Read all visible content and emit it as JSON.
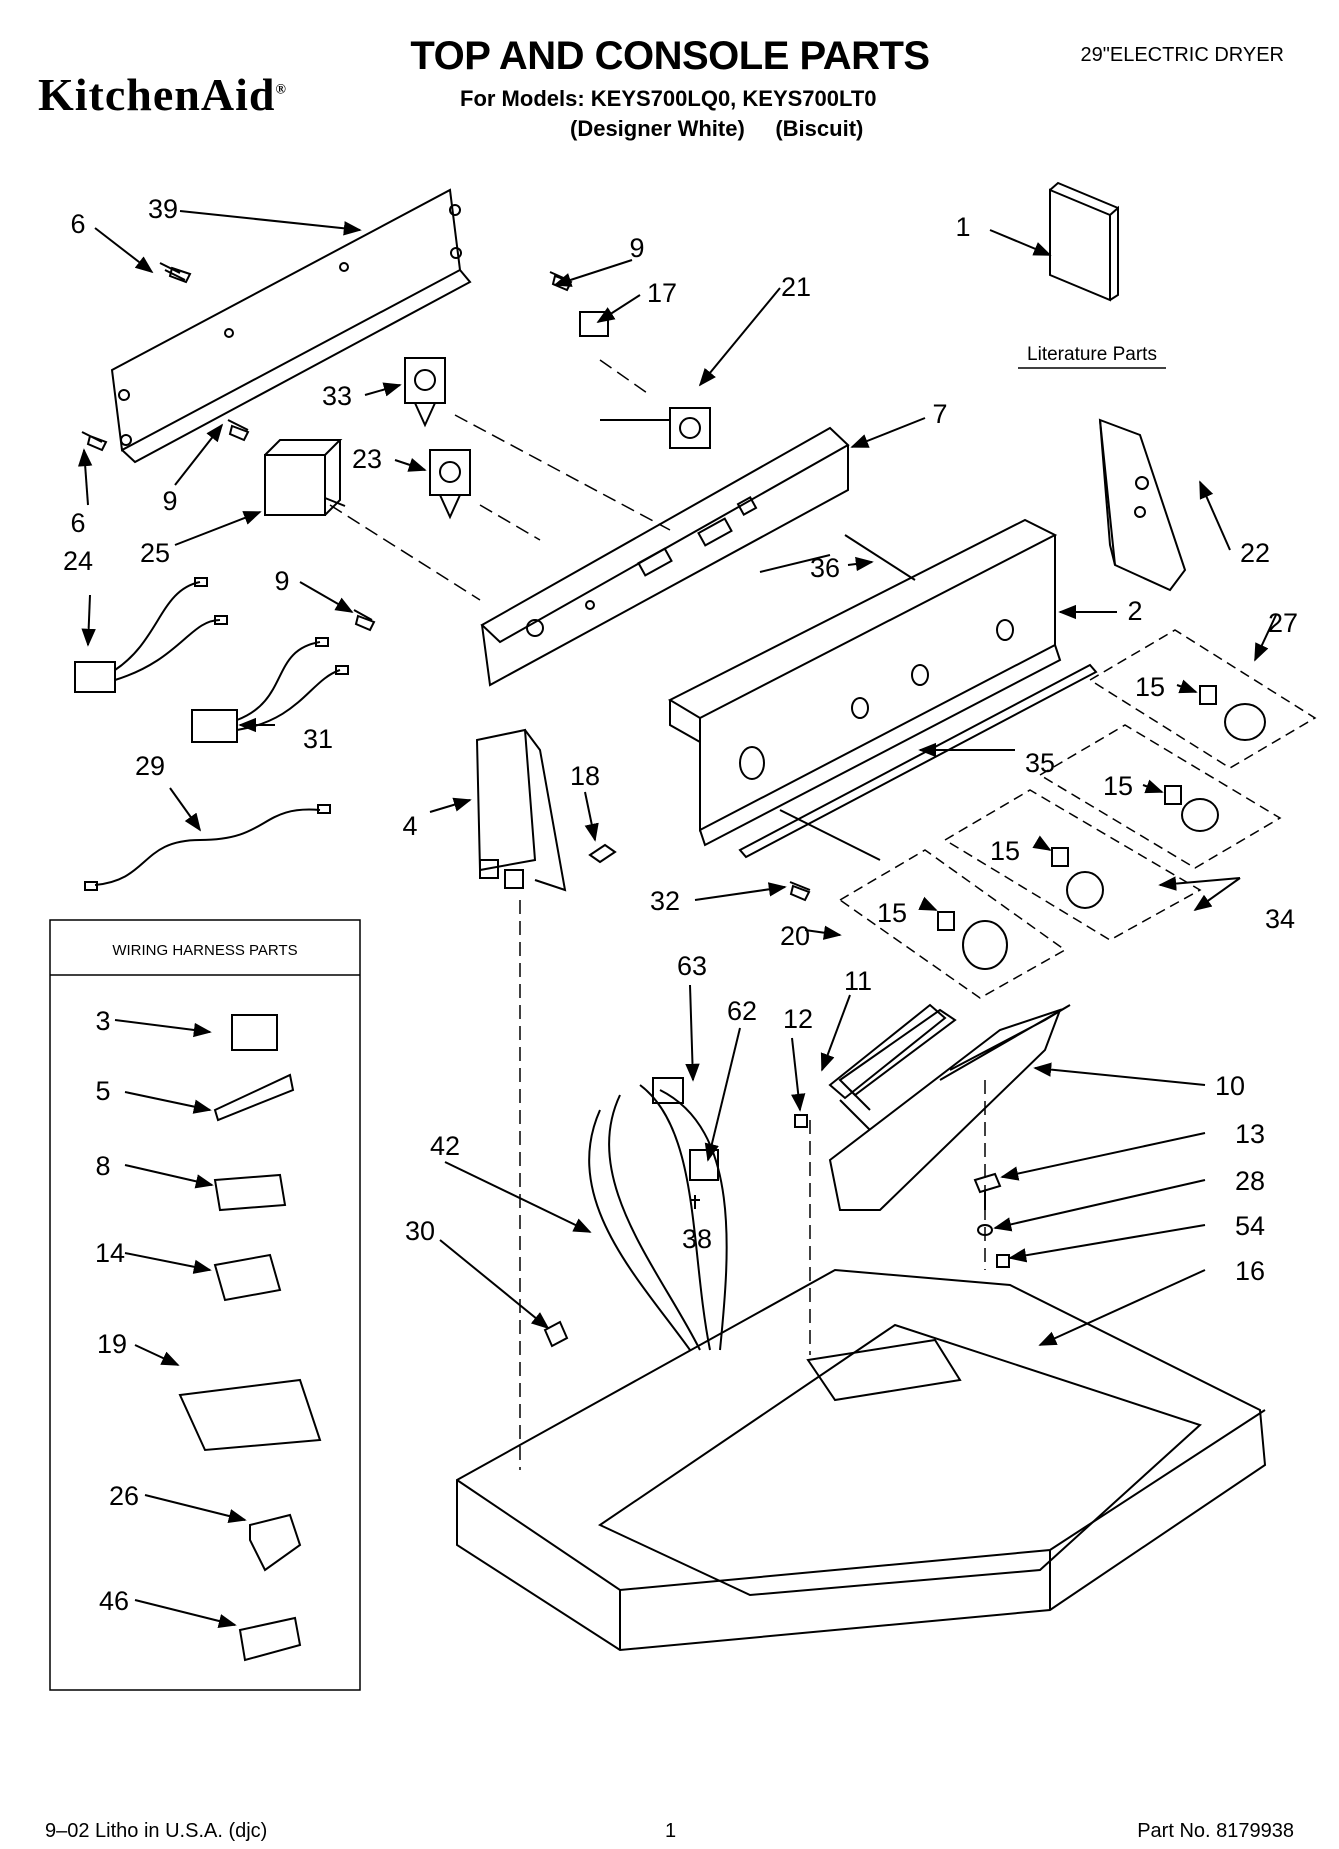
{
  "header": {
    "brand": "KitchenAid",
    "brand_mark": "®",
    "title": "TOP AND CONSOLE PARTS",
    "models_line": "For Models: KEYS700LQ0, KEYS700LT0",
    "colors_line": "(Designer White)     (Biscuit)",
    "dryer_type": "29\"ELECTRIC DRYER"
  },
  "literature": {
    "label": "Literature Parts"
  },
  "wiring_box": {
    "title": "WIRING HARNESS PARTS",
    "items": [
      "3",
      "5",
      "8",
      "14",
      "19",
      "26",
      "46"
    ]
  },
  "callouts": [
    "1",
    "2",
    "4",
    "6",
    "6",
    "7",
    "9",
    "9",
    "9",
    "10",
    "11",
    "12",
    "13",
    "15",
    "15",
    "15",
    "15",
    "16",
    "17",
    "18",
    "20",
    "21",
    "22",
    "23",
    "24",
    "25",
    "27",
    "28",
    "29",
    "30",
    "31",
    "32",
    "33",
    "34",
    "35",
    "36",
    "38",
    "39",
    "42",
    "54",
    "62",
    "63"
  ],
  "footer": {
    "litho": "9–02 Litho in U.S.A. (djc)",
    "page": "1",
    "part_no": "Part No. 8179938"
  }
}
